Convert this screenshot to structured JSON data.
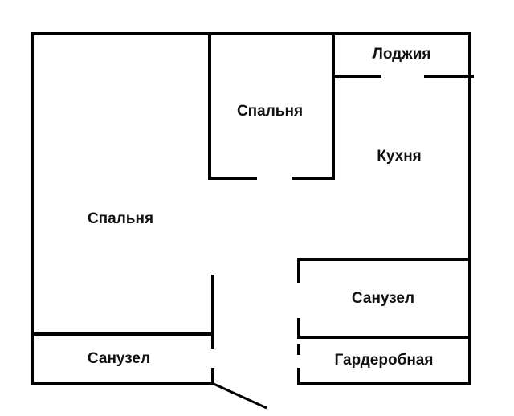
{
  "rooms": {
    "bedroom_large": "Спальня",
    "bedroom_small": "Спальня",
    "loggia": "Лоджия",
    "kitchen": "Кухня",
    "bathroom_right": "Санузел",
    "wardrobe": "Гардеробная",
    "bathroom_left": "Санузел"
  }
}
